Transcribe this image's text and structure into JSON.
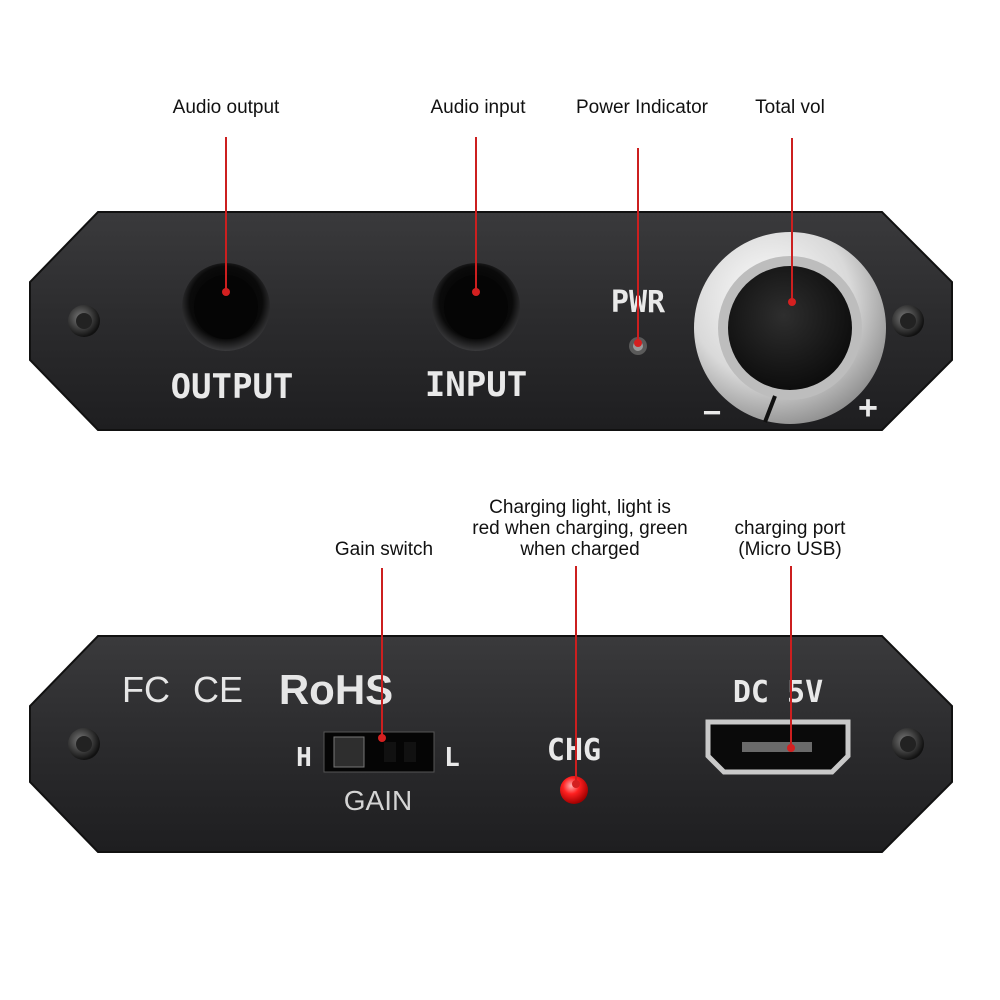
{
  "callouts": {
    "audio_output": "Audio output",
    "audio_input": "Audio input",
    "power_indicator": "Power Indicator",
    "total_vol": "Total vol",
    "gain_switch": "Gain switch",
    "charging_light": "Charging light,    light is\nred when charging, green\nwhen charged",
    "charging_port": "charging port\n(Micro USB)"
  },
  "front_panel": {
    "output": "OUTPUT",
    "input": "INPUT",
    "pwr": "PWR",
    "minus": "−",
    "plus": "+"
  },
  "back_panel": {
    "fc": "FC",
    "ce": "CE",
    "rohs": "RoHS",
    "gain_h": "H",
    "gain_l": "L",
    "gain": "GAIN",
    "chg": "CHG",
    "dc5v": "DC 5V"
  },
  "colors": {
    "pointer": "#cc1f1f",
    "charging_led": "#ff2020",
    "panel": "#2a2a2c"
  }
}
